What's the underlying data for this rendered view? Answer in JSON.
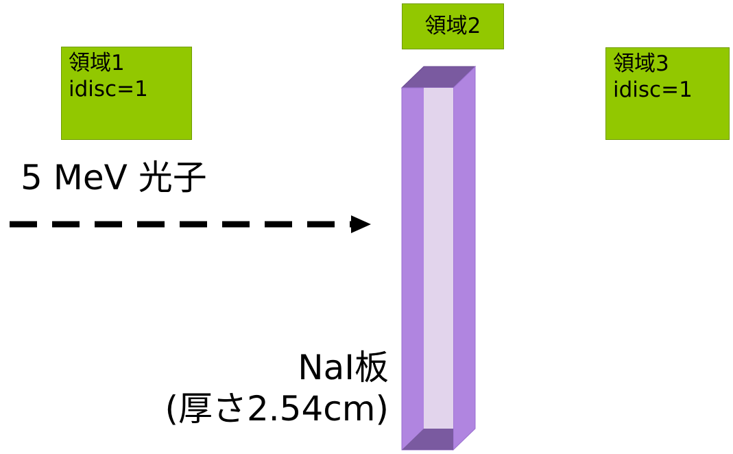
{
  "regions": {
    "region1": {
      "name": "領域1",
      "param": "idisc=1"
    },
    "region2": {
      "name": "領域2"
    },
    "region3": {
      "name": "領域3",
      "param": "idisc=1"
    }
  },
  "beam": {
    "label": "5 MeV 光子"
  },
  "plate": {
    "label": "NaI板",
    "thickness": "(厚さ2.54cm)"
  },
  "colors": {
    "region_fill": "#92c800",
    "slab_front": "#b085e0",
    "slab_inner": "#e2d4ec",
    "slab_top": "#7a5aa0",
    "arrow": "#000000"
  }
}
